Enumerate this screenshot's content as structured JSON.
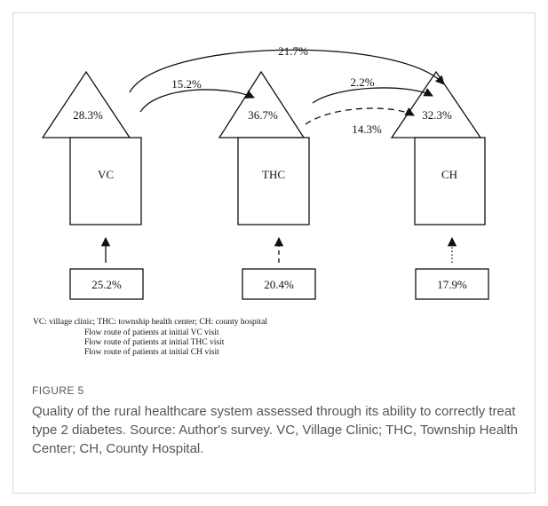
{
  "nodes": {
    "vc": {
      "label": "VC",
      "roof_pct": "28.3%",
      "entry_pct": "25.2%"
    },
    "thc": {
      "label": "THC",
      "roof_pct": "36.7%",
      "entry_pct": "20.4%"
    },
    "ch": {
      "label": "CH",
      "roof_pct": "32.3%",
      "entry_pct": "17.9%"
    }
  },
  "flows": {
    "vc_to_ch": "21.7%",
    "vc_to_thc": "15.2%",
    "thc_to_ch_solid": "2.2%",
    "thc_to_ch_dashed": "14.3%"
  },
  "legend": {
    "abbreviations": "VC: village clinic; THC: township health center;  CH: county hospital",
    "line1": "Flow route of patients at initial VC visit",
    "line2": "Flow route of patients at initial THC visit",
    "line3": "Flow route of patients at initial CH visit"
  },
  "figure": {
    "label": "FIGURE 5",
    "caption": "Quality of the rural healthcare system assessed through its ability to correctly treat type 2 diabetes. Source: Author's survey. VC, Village Clinic; THC, Township Health Center; CH, County Hospital."
  }
}
